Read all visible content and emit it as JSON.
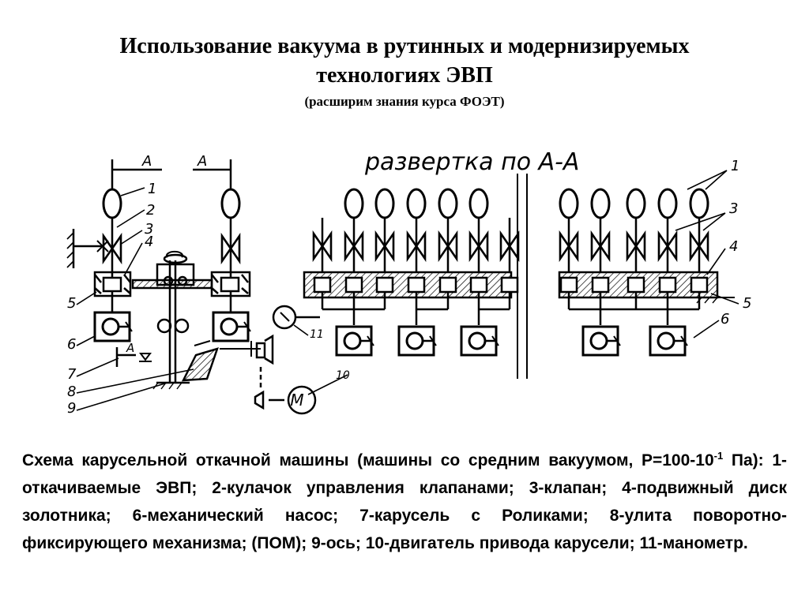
{
  "slide": {
    "title_line1": "Использование вакуума  в  рутинных и модернизируемых",
    "title_line2": "технологиях ЭВП",
    "subtitle": "(расширим знания курса ФОЭТ)"
  },
  "diagram": {
    "unfold_label": "развертка по А-А",
    "section_marks": [
      "А",
      "А",
      "А"
    ],
    "motor_symbol": "М",
    "callouts": [
      "1",
      "2",
      "3",
      "4",
      "5",
      "6",
      "7",
      "8",
      "9",
      "10",
      "11"
    ]
  },
  "caption": {
    "text_before_sup": "Схема карусельной откачной машины (машины со средним вакуумом, Р=100-10",
    "sup": "-1",
    "text_after_sup": " Па): 1- откачиваемые ЭВП; 2-кулачок управления клапанами; 3-клапан; 4-подвижный диск золотника; 6-механический насос; 7-карусель с Роликами; 8-улита поворотно-фиксирующего механизма; (ПОМ); 9-ось; 10-двигатель привода карусели; 11-манометр."
  }
}
